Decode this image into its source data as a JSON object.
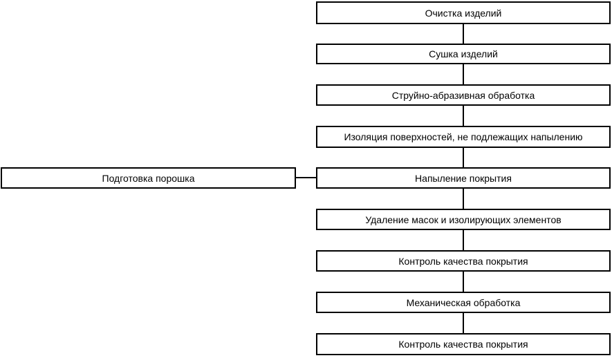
{
  "steps": [
    {
      "label": "Очистка изделий"
    },
    {
      "label": "Сушка изделий"
    },
    {
      "label": "Струйно-абразивная обработка"
    },
    {
      "label": "Изоляция поверхностей, не подлежащих напылению"
    },
    {
      "label": "Напыление покрытия"
    },
    {
      "label": "Удаление масок и изолирующих элементов"
    },
    {
      "label": "Контроль качества покрытия"
    },
    {
      "label": "Механическая обработка"
    },
    {
      "label": "Контроль качества покрытия"
    }
  ],
  "side_step": {
    "label": "Подготовка порошка"
  }
}
